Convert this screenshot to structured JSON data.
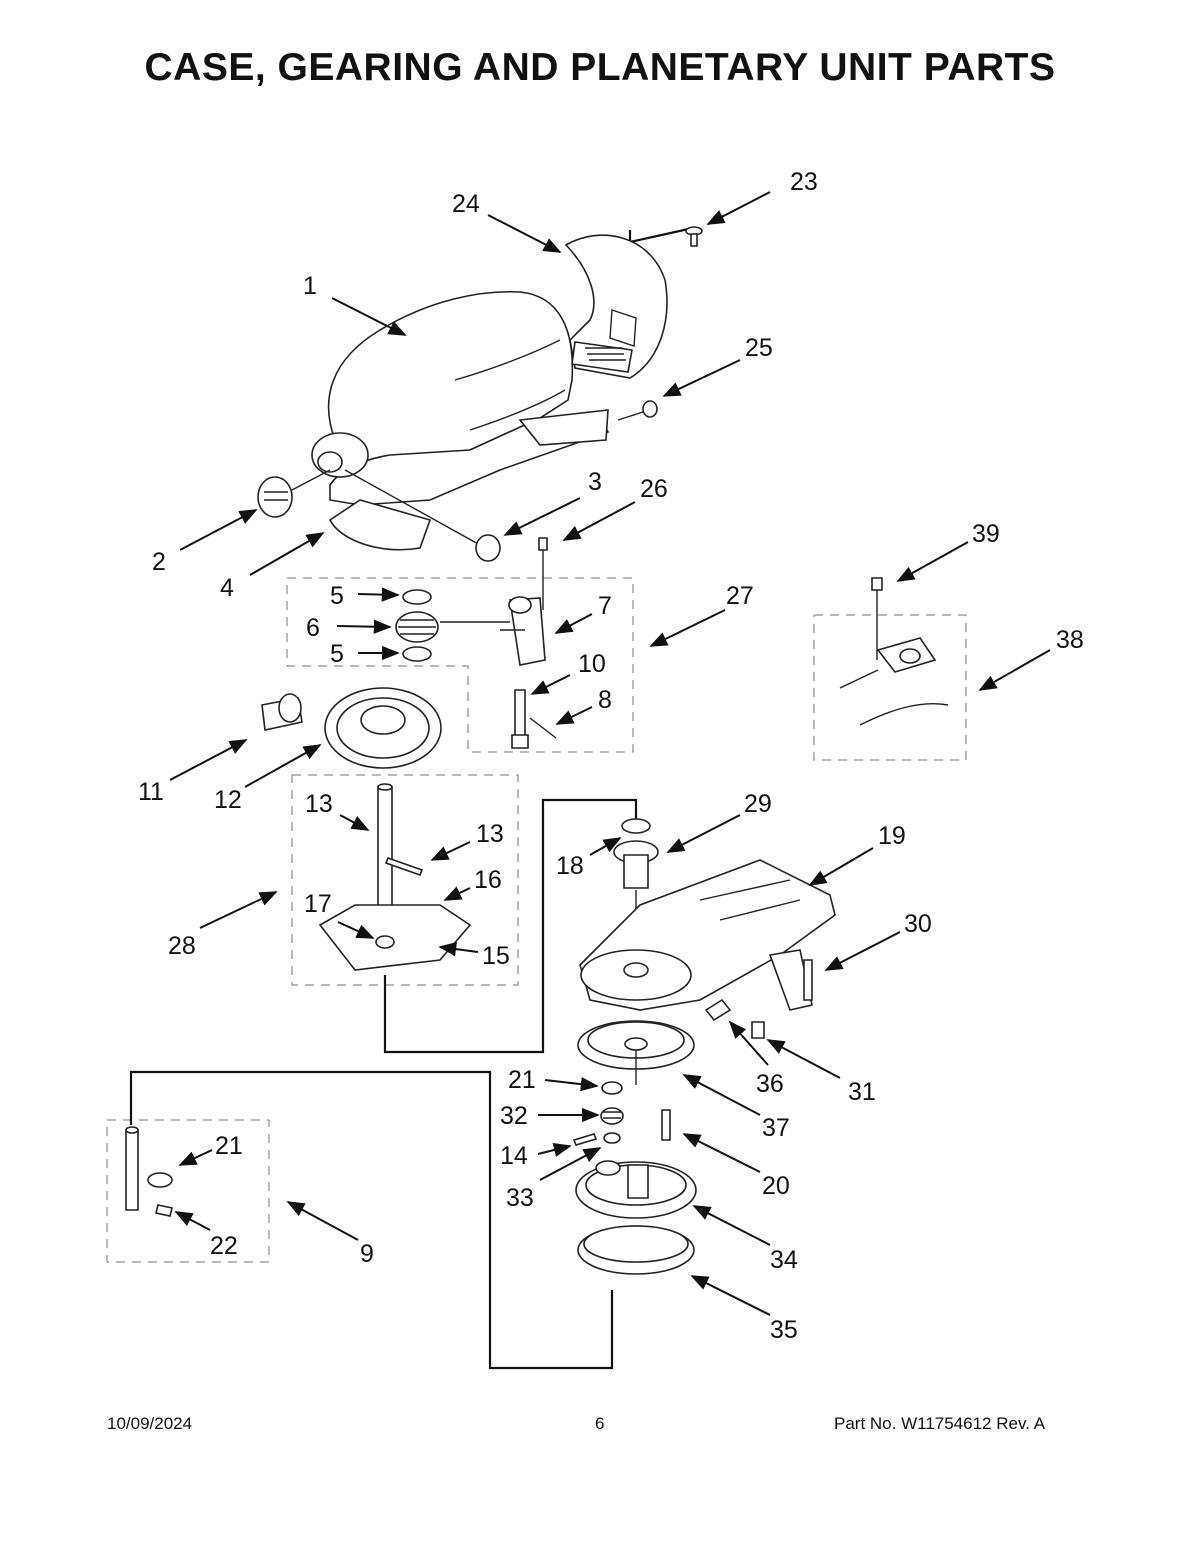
{
  "title": "CASE, GEARING AND PLANETARY UNIT PARTS",
  "footer": {
    "date": "10/09/2024",
    "page": "6",
    "part_no": "Part No.  W11754612  Rev.  A"
  },
  "callouts": [
    "1",
    "2",
    "3",
    "4",
    "5",
    "5",
    "6",
    "7",
    "8",
    "9",
    "10",
    "11",
    "12",
    "13",
    "13",
    "14",
    "15",
    "16",
    "17",
    "18",
    "19",
    "20",
    "21",
    "21",
    "22",
    "23",
    "24",
    "25",
    "26",
    "27",
    "28",
    "29",
    "30",
    "31",
    "32",
    "33",
    "34",
    "35",
    "36",
    "37",
    "38",
    "39"
  ]
}
